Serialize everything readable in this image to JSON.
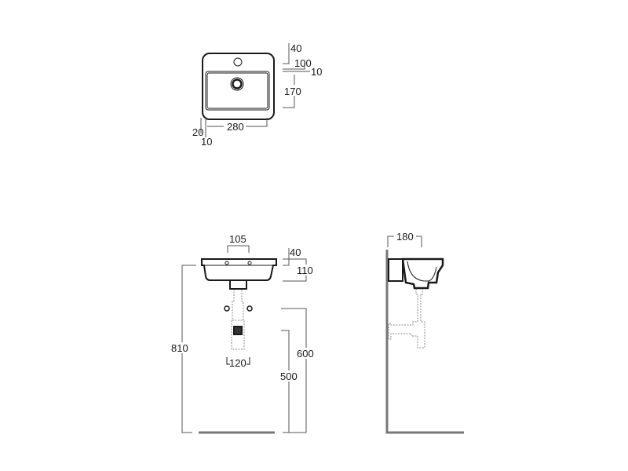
{
  "colors": {
    "line": "#1a1a1a",
    "dimension": "#555555",
    "wall": "#777777",
    "hidden": "#888888"
  },
  "top_view": {
    "dims": {
      "tap_offset": "40",
      "rim_depth": "100",
      "rim_lip": "10",
      "bowl_depth": "170",
      "width": "280",
      "edge_left": "20",
      "edge_inner": "10"
    }
  },
  "front_view": {
    "dims": {
      "tap_spacing": "105",
      "rim_top": "40",
      "height": "110",
      "overall_height": "810",
      "bolt_height": "600",
      "waste_height": "500",
      "trap_width": "120"
    }
  },
  "side_view": {
    "dims": {
      "projection": "180"
    }
  }
}
